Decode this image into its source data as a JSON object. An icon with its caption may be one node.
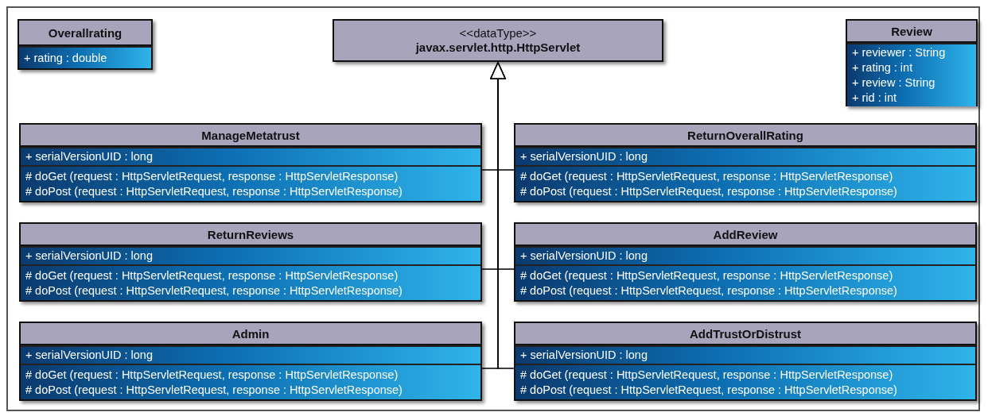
{
  "diagram": {
    "nodes": [
      {
        "text": [
          "Overallrating",
          "+ rating : double"
        ]
      },
      {
        "text": [
          "<<dataType>>",
          "javax.servlet.http.HttpServlet"
        ]
      },
      {
        "text": [
          "Review",
          "+ reviewer : String",
          "+ rating : int",
          "+ review : String",
          "+ rid : int"
        ]
      },
      {
        "text": [
          "ManageMetatrust",
          "+ serialVersionUID : long",
          "# doGet (request : HttpServletRequest, response : HttpServletResponse)",
          "# doPost (request : HttpServletRequest, response : HttpServletResponse)"
        ]
      },
      {
        "text": [
          "ReturnOverallRating",
          "+ serialVersionUID : long",
          "# doGet (request : HttpServletRequest, response : HttpServletResponse)",
          "# doPost (request : HttpServletRequest, response : HttpServletResponse)"
        ]
      },
      {
        "text": [
          "ReturnReviews",
          "+ serialVersionUID : long",
          "# doGet (request : HttpServletRequest, response : HttpServletResponse)",
          "# doPost (request : HttpServletRequest, response : HttpServletResponse)"
        ]
      },
      {
        "text": [
          "AddReview",
          "+ serialVersionUID : long",
          "# doGet (request : HttpServletRequest, response : HttpServletResponse)",
          "# doPost (request : HttpServletRequest, response : HttpServletResponse)"
        ]
      },
      {
        "text": [
          "Admin",
          "+ serialVersionUID : long",
          "# doGet (request : HttpServletRequest, response : HttpServletResponse)",
          "# doPost (request : HttpServletRequest, response : HttpServletResponse)"
        ]
      },
      {
        "text": [
          "AddTrustOrDistrust",
          "+ serialVersionUID : long",
          "# doGet (request : HttpServletRequest, response : HttpServletResponse)",
          "# doPost (request : HttpServletRequest, response : HttpServletResponse)"
        ]
      }
    ],
    "edges": [
      {
        "from": 3,
        "to": 1,
        "arrow": "to"
      },
      {
        "from": 4,
        "to": 1,
        "arrow": "to"
      },
      {
        "from": 5,
        "to": 1,
        "arrow": "to"
      },
      {
        "from": 6,
        "to": 1,
        "arrow": "to"
      },
      {
        "from": 7,
        "to": 1,
        "arrow": "to"
      },
      {
        "from": 8,
        "to": 1,
        "arrow": "to"
      }
    ]
  }
}
